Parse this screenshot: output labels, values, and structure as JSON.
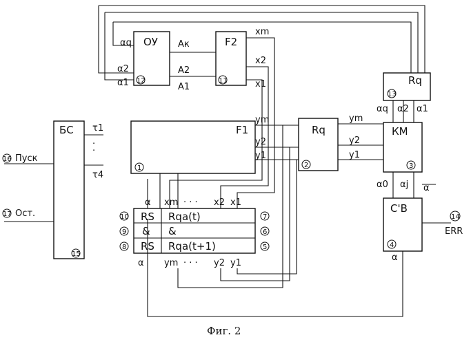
{
  "caption": "Фиг. 2",
  "blocks": {
    "ou": {
      "name": "ОУ",
      "num": "12",
      "outs": [
        "Aк",
        "A2",
        "A1"
      ],
      "ins": [
        "αq",
        "α2",
        "α1"
      ]
    },
    "f2": {
      "name": "F2",
      "num": "11",
      "outs": [
        "xm",
        "x2",
        "x1"
      ]
    },
    "rq_top": {
      "name": "Rq",
      "num": "13"
    },
    "f1": {
      "name": "F1",
      "num": "1",
      "outs": [
        "ym",
        "y2",
        "y1"
      ]
    },
    "rq_mid": {
      "name": "Rq",
      "num": "2",
      "outs": [
        "ym",
        "y2",
        "y1"
      ]
    },
    "km": {
      "name": "КМ",
      "num": "3",
      "ins": [
        "αq",
        "α2",
        "α1"
      ]
    },
    "cb": {
      "name": "С'В",
      "num": "4",
      "in_top": [
        "α0",
        "αj"
      ],
      "in_right": "α",
      "out_bottom": "α",
      "err": "ERR",
      "err_num": "14"
    },
    "bs": {
      "name": "БС",
      "num": "15",
      "out1": "τ1",
      "out2": "τ4",
      "inputs": [
        {
          "num": "16",
          "label": "Пуск"
        },
        {
          "num": "17",
          "label": "Ост."
        }
      ]
    },
    "reg": {
      "top_labels": [
        "α",
        "xm",
        "x2",
        "x1"
      ],
      "bottom_labels": [
        "α",
        "ym",
        "y2",
        "y1"
      ],
      "rows": [
        {
          "left": "RS",
          "right": "Rqa(t)",
          "lnum": "10",
          "rnum": "7"
        },
        {
          "left": "&",
          "right": "&",
          "lnum": "9",
          "rnum": "6"
        },
        {
          "left": "RS",
          "right": "Rqa(t+1)",
          "lnum": "8",
          "rnum": "5"
        }
      ]
    }
  },
  "dots": "·  ·  ·"
}
